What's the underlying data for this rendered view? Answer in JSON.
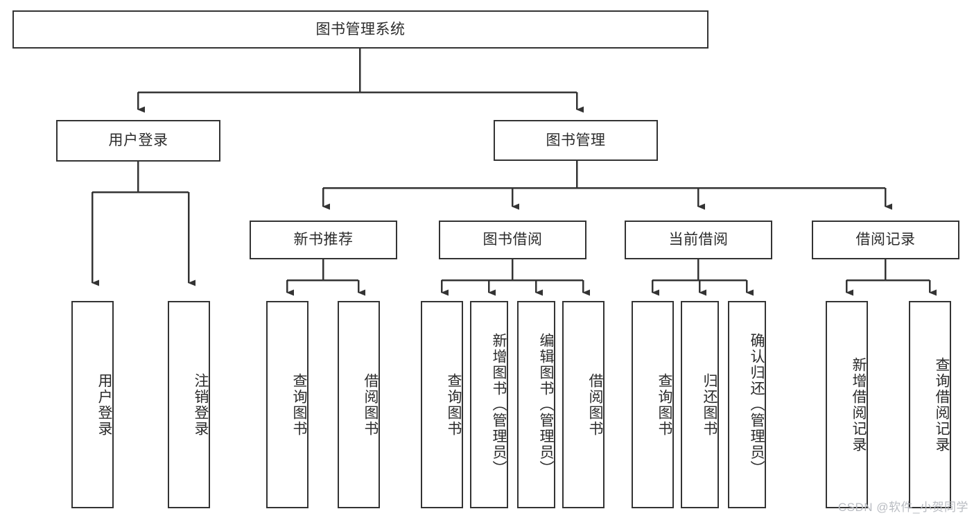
{
  "diagram": {
    "type": "tree-hierarchy-chart",
    "title": "图书管理系统",
    "background_color": "#ffffff",
    "line_color": "#333333",
    "text_color": "#2b2b2b",
    "watermark": "CSDN @软件_小贺同学",
    "nodes": {
      "root": {
        "label": "图书管理系统",
        "level": 0
      },
      "user_login": {
        "label": "用户登录",
        "level": 1
      },
      "book_manage": {
        "label": "图书管理",
        "level": 1
      },
      "new_book_rec": {
        "label": "新书推荐",
        "level": 2
      },
      "book_borrow": {
        "label": "图书借阅",
        "level": 2
      },
      "current_borrow": {
        "label": "当前借阅",
        "level": 2
      },
      "borrow_record": {
        "label": "借阅记录",
        "level": 2
      },
      "leaf_user_login": {
        "label": "用户登录",
        "level": 2
      },
      "leaf_logout": {
        "label": "注销登录",
        "level": 2
      },
      "leaf_query_book_1": {
        "label": "查询图书",
        "level": 3
      },
      "leaf_borrow_book_1": {
        "label": "借阅图书",
        "level": 3
      },
      "leaf_query_book_2": {
        "label": "查询图书",
        "level": 3
      },
      "leaf_add_book": {
        "label": "新增图书（管理员）",
        "level": 3
      },
      "leaf_edit_book": {
        "label": "编辑图书（管理员）",
        "level": 3
      },
      "leaf_borrow_book_2": {
        "label": "借阅图书",
        "level": 3
      },
      "leaf_query_book_3": {
        "label": "查询图书",
        "level": 3
      },
      "leaf_return_book": {
        "label": "归还图书",
        "level": 3
      },
      "leaf_confirm_return": {
        "label": "确认归还（管理员）",
        "level": 3
      },
      "leaf_add_record": {
        "label": "新增借阅记录",
        "level": 3
      },
      "leaf_query_record": {
        "label": "查询借阅记录",
        "level": 3
      }
    },
    "edges": [
      {
        "from": "root",
        "to": "user_login"
      },
      {
        "from": "root",
        "to": "book_manage"
      },
      {
        "from": "user_login",
        "to": "leaf_user_login"
      },
      {
        "from": "user_login",
        "to": "leaf_logout"
      },
      {
        "from": "book_manage",
        "to": "new_book_rec"
      },
      {
        "from": "book_manage",
        "to": "book_borrow"
      },
      {
        "from": "book_manage",
        "to": "current_borrow"
      },
      {
        "from": "book_manage",
        "to": "borrow_record"
      },
      {
        "from": "new_book_rec",
        "to": "leaf_query_book_1"
      },
      {
        "from": "new_book_rec",
        "to": "leaf_borrow_book_1"
      },
      {
        "from": "book_borrow",
        "to": "leaf_query_book_2"
      },
      {
        "from": "book_borrow",
        "to": "leaf_add_book"
      },
      {
        "from": "book_borrow",
        "to": "leaf_edit_book"
      },
      {
        "from": "book_borrow",
        "to": "leaf_borrow_book_2"
      },
      {
        "from": "current_borrow",
        "to": "leaf_query_book_3"
      },
      {
        "from": "current_borrow",
        "to": "leaf_return_book"
      },
      {
        "from": "current_borrow",
        "to": "leaf_confirm_return"
      },
      {
        "from": "borrow_record",
        "to": "leaf_add_record"
      },
      {
        "from": "borrow_record",
        "to": "leaf_query_record"
      }
    ]
  }
}
